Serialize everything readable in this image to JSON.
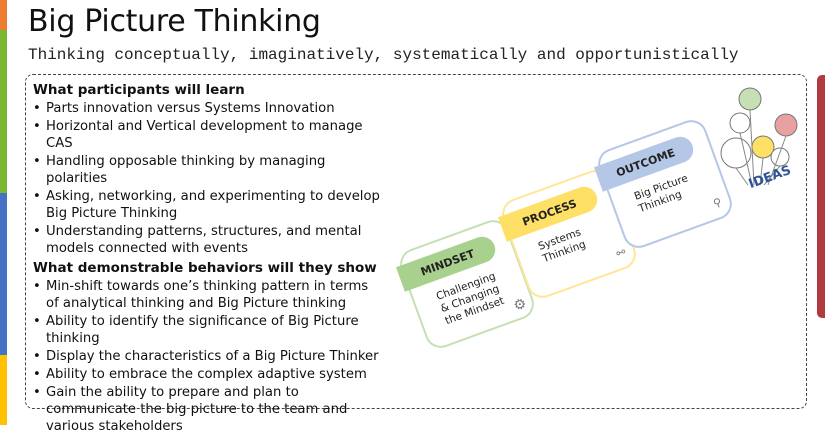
{
  "header": {
    "title": "Big Picture Thinking",
    "subtitle": "Thinking conceptually, imaginatively, systematically and opportunistically"
  },
  "learn": {
    "heading": "What participants will learn",
    "items": [
      "Parts innovation versus Systems Innovation",
      "Horizontal and Vertical development to manage CAS",
      "Handling opposable thinking by managing polarities",
      "Asking, networking, and experimenting to develop Big Picture Thinking",
      "Understanding patterns, structures, and mental models connected with events"
    ]
  },
  "behaviors": {
    "heading": "What demonstrable behaviors will they show",
    "items": [
      "Min-shift towards one’s thinking pattern in terms of analytical thinking and Big Picture thinking",
      "Ability to identify the significance of Big Picture thinking",
      "Display the characteristics of a Big Picture Thinker",
      "Ability to embrace the complex adaptive system",
      "Gain the ability to prepare and plan to communicate the big picture to the team and various stakeholders"
    ]
  },
  "diagram": {
    "steps": [
      {
        "tag": "MINDSET",
        "text": "Challenging & Changing the Mindset",
        "color": "#a9d18e"
      },
      {
        "tag": "PROCESS",
        "text": "Systems Thinking",
        "color": "#ffe066"
      },
      {
        "tag": "OUTCOME",
        "text": "Big Picture Thinking",
        "color": "#b4c7e7"
      }
    ],
    "ideas": "IDEAS"
  },
  "colors": {
    "orange": "#ed7d31",
    "green": "#7cb82f",
    "blue": "#4472c4",
    "yellow": "#ffc000",
    "red": "#b03a3e"
  }
}
